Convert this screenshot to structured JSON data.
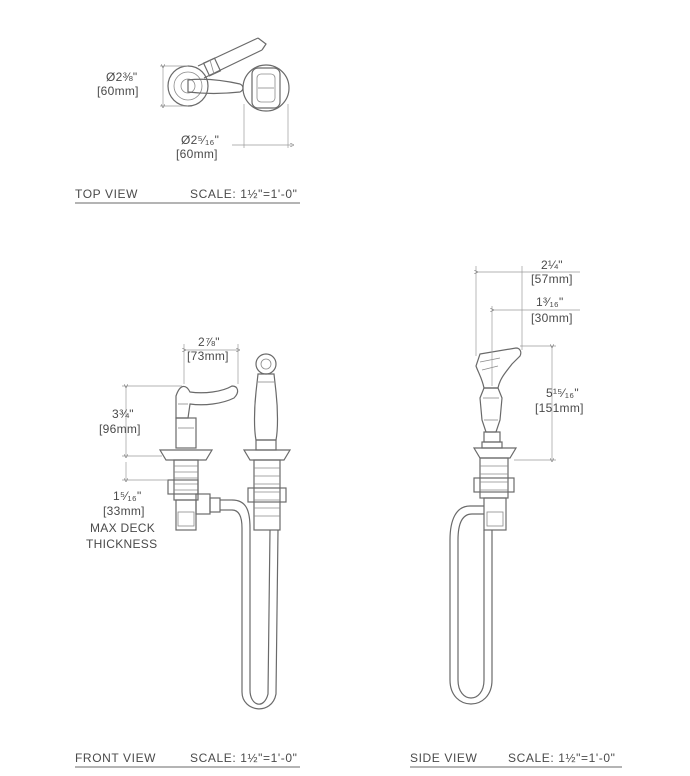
{
  "views": {
    "top": {
      "title": "TOP VIEW",
      "scale": "SCALE: 1½\"=1'-0\""
    },
    "front": {
      "title": "FRONT VIEW",
      "scale": "SCALE: 1½\"=1'-0\""
    },
    "side": {
      "title": "SIDE VIEW",
      "scale": "SCALE: 1½\"=1'-0\""
    }
  },
  "dimensions": {
    "top_dia_a": "Ø2⅜\"",
    "top_dia_a_mm": "[60mm]",
    "top_dia_b": "Ø2⁵⁄₁₆\"",
    "top_dia_b_mm": "[60mm]",
    "front_width": "2⅞\"",
    "front_width_mm": "[73mm]",
    "front_height": "3¾\"",
    "front_height_mm": "[96mm]",
    "front_deck": "1⁵⁄₁₆\"",
    "front_deck_mm": "[33mm]",
    "front_deck_note1": "MAX DECK",
    "front_deck_note2": "THICKNESS",
    "side_width": "2¼\"",
    "side_width_mm": "[57mm]",
    "side_offset": "1³⁄₁₆\"",
    "side_offset_mm": "[30mm]",
    "side_height": "5¹⁵⁄₁₆\"",
    "side_height_mm": "[151mm]"
  }
}
